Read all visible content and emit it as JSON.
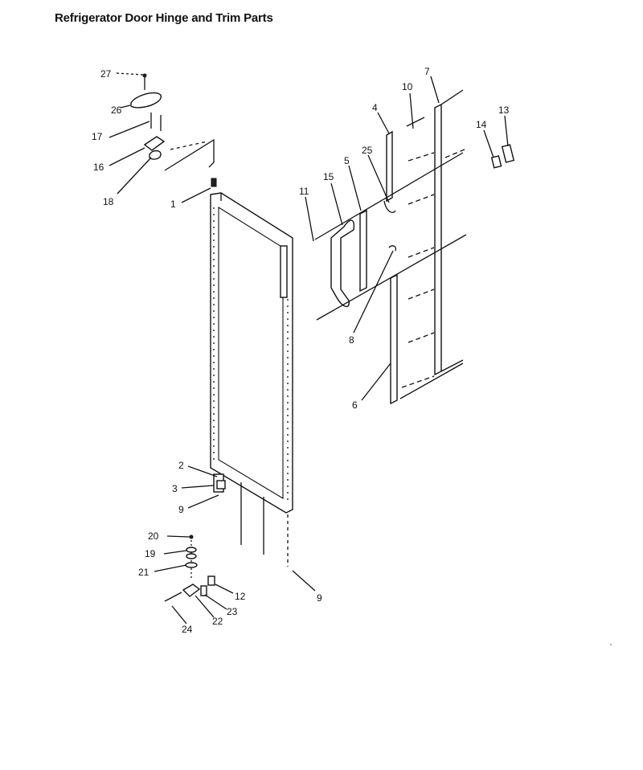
{
  "title": "Refrigerator Door Hinge and Trim Parts",
  "callouts": {
    "c27": "27",
    "c26": "26",
    "c17": "17",
    "c16": "16",
    "c18": "18",
    "c1": "1",
    "c2": "2",
    "c3": "3",
    "c9a": "9",
    "c9b": "9",
    "c20": "20",
    "c19": "19",
    "c21": "21",
    "c12": "12",
    "c22": "22",
    "c23": "23",
    "c24": "24",
    "c10": "10",
    "c7": "7",
    "c4": "4",
    "c5": "5",
    "c25": "25",
    "c11": "11",
    "c15": "15",
    "c8": "8",
    "c6": "6",
    "c13": "13",
    "c14": "14"
  }
}
